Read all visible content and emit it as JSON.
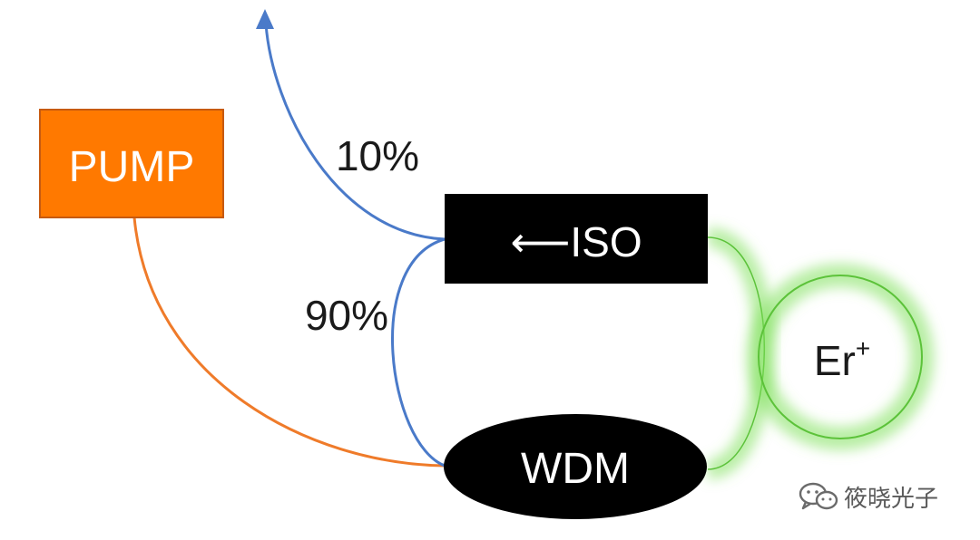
{
  "nodes": {
    "pump": "PUMP",
    "iso": "⟵ISO",
    "wdm": "WDM",
    "er": "Er",
    "er_superscript": "+"
  },
  "split_labels": {
    "tap": "10%",
    "loop": "90%"
  },
  "colors": {
    "pump_fill": "#ff7900",
    "pump_line": "#ef7b2a",
    "signal_line": "#4a7ac9",
    "er_green": "#6ad43a",
    "node_dark": "#000000"
  },
  "watermark": {
    "text": "筱晓光子",
    "icon": "wechat-icon"
  }
}
